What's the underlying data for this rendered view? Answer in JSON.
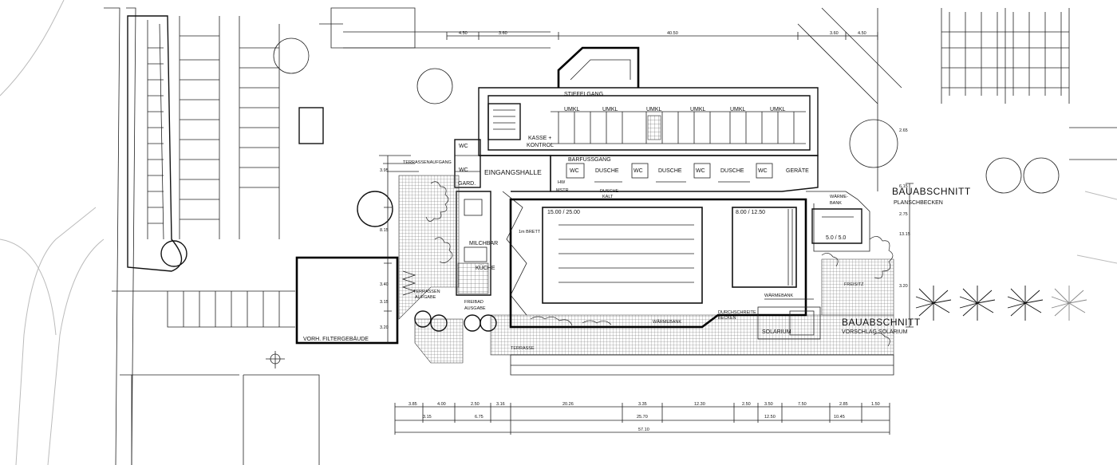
{
  "plan": {
    "building_title": "BAUABSCHNITT",
    "building_subtitle": "PLANSCHBECKEN",
    "solarium_title": "BAUABSCHNITT",
    "solarium_subtitle": "VORSCHLAG SOLARIUM",
    "filter_building": "VORH. FILTERGEBÄUDE",
    "rooms": {
      "stiefelgang": "STIEFELGANG",
      "barfussgang": "BARFUSSGANG",
      "umkl": "UMKL",
      "kasse": "KASSE +",
      "kontrol": "KONTROL",
      "eingangshalle": "EINGANGSHALLE",
      "gard": "GARD.",
      "wc": "WC",
      "dusche": "DUSCHE",
      "dusche_kalt_1": "DUSCHE",
      "dusche_kalt_2": "KALT",
      "geraete": "GERÄTE",
      "hw": "HW",
      "mstr": "MSTR",
      "terrassenaufgang": "TERRASSENAUFGANG",
      "milchbar": "MILCHBAR",
      "kueche": "KÜCHE",
      "terrassen_aufgabe_1": "TERRASSEN",
      "terrassen_aufgabe_2": "AUFGABE",
      "freibad_ausgabe_1": "FREIBAD",
      "freibad_ausgabe_2": "AUSGABE",
      "terrasse": "TERRASSE",
      "waermebank": "WÄRMEBANK",
      "waermebank_2": "WÄRMEBANK",
      "waermebank_3": "WÄRME-",
      "waermebank_4": "BANK",
      "durchschreite_1": "DURCHSCHREITE",
      "durchschreite_2": "BECKEN",
      "solarium": "SOLARIUM",
      "freisitz": "FREISITZ",
      "brett": "1m BRETT"
    },
    "pools": {
      "main": "15.00 / 25.00",
      "teach": "8.00 / 12.50",
      "kids": "5.0 / 5.0"
    },
    "dimensions": {
      "top": [
        "4.50",
        "3.60",
        "40.50",
        "3.60",
        "4.50"
      ],
      "bottom_row1": [
        "3.85",
        "4.00",
        "2.50",
        "3.16",
        "20.26",
        "3.35",
        "12.30",
        "2.50",
        "3.50",
        "7.50",
        "2.85",
        "1.50"
      ],
      "bottom_row2": [
        "3.15",
        "6.75",
        "25.70",
        "12.50",
        "10.45"
      ],
      "bottom_row3": [
        "57.10"
      ],
      "side": [
        "3.95",
        "8.15",
        "3.40",
        "3.15",
        "3.20",
        "2.65",
        "6.15",
        "2.75",
        "13.15",
        "3.20"
      ]
    }
  }
}
